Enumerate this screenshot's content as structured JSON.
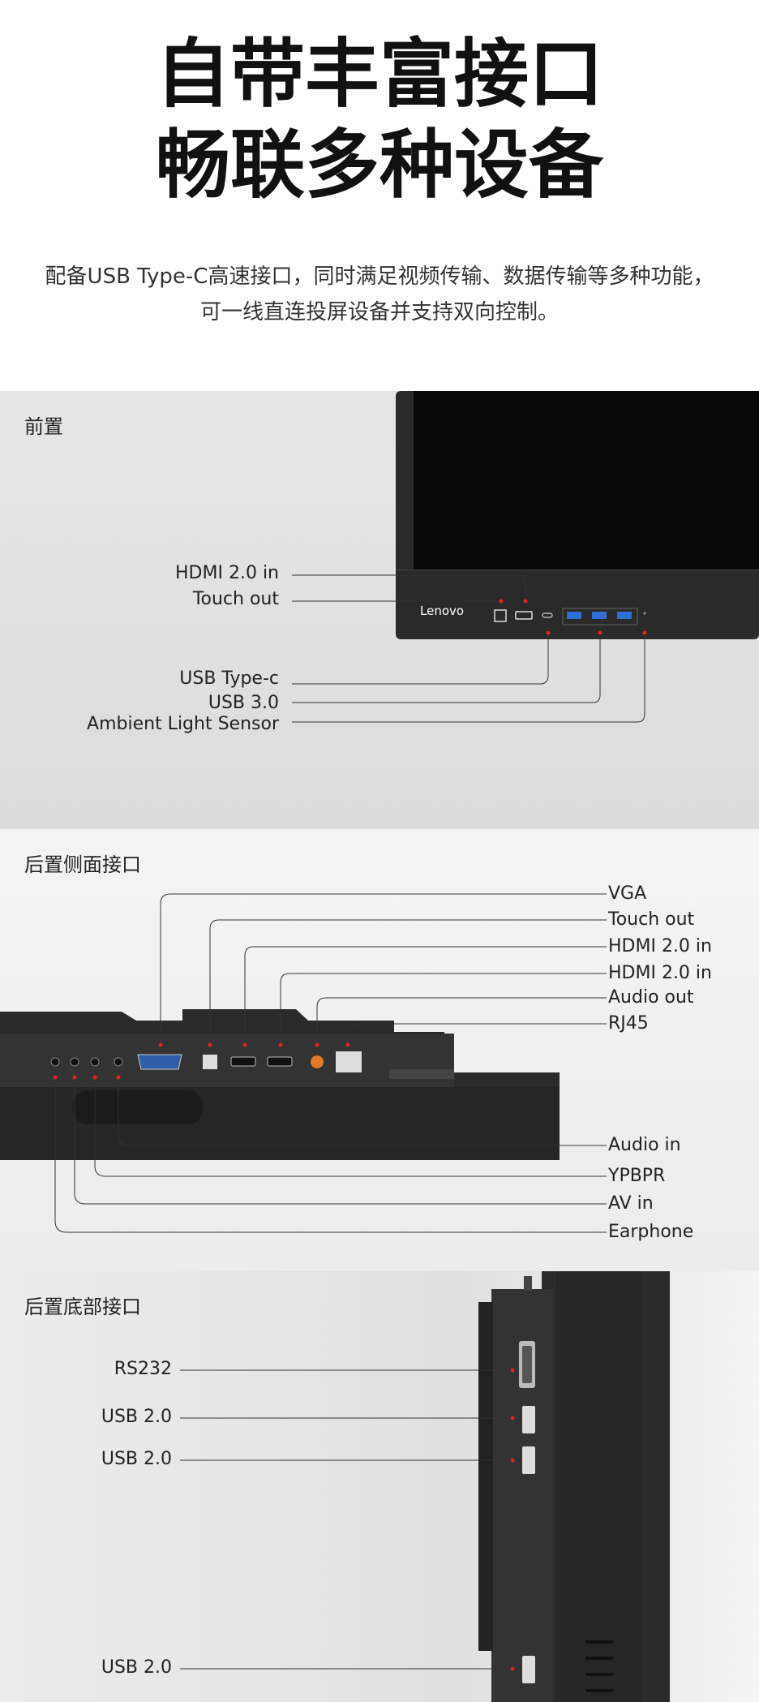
{
  "hero": {
    "title_line1": "自带丰富接口",
    "title_line2": "畅联多种设备",
    "desc_line1": "配备USB Type-C高速接口，同时满足视频传输、数据传输等多种功能，",
    "desc_line2": "可一线直连投屏设备并支持双向控制。"
  },
  "front": {
    "title": "前置",
    "brand": "Lenovo",
    "labels": {
      "hdmi": "HDMI 2.0 in",
      "touch_out": "Touch out",
      "usb_c": "USB Type-c",
      "usb3": "USB 3.0",
      "als": "Ambient Light Sensor"
    }
  },
  "side": {
    "title": "后置侧面接口",
    "top_labels": [
      "VGA",
      "Touch out",
      "HDMI 2.0 in",
      "HDMI 2.0 in",
      "Audio out",
      "RJ45"
    ],
    "bottom_labels": [
      "Audio in",
      "YPBPR",
      "AV in",
      "Earphone"
    ]
  },
  "bottom": {
    "title": "后置底部接口",
    "labels": [
      "RS232",
      "USB 2.0",
      "USB 2.0",
      "USB 2.0"
    ]
  },
  "colors": {
    "panel": "#2b2b2b",
    "accent_dot": "#e0261b",
    "bg_front": "#e3e3e3",
    "bg_side": "#f1f1f1",
    "bg_bottom": "#e8e8e8",
    "usb3_blue": "#2f6fd6"
  }
}
